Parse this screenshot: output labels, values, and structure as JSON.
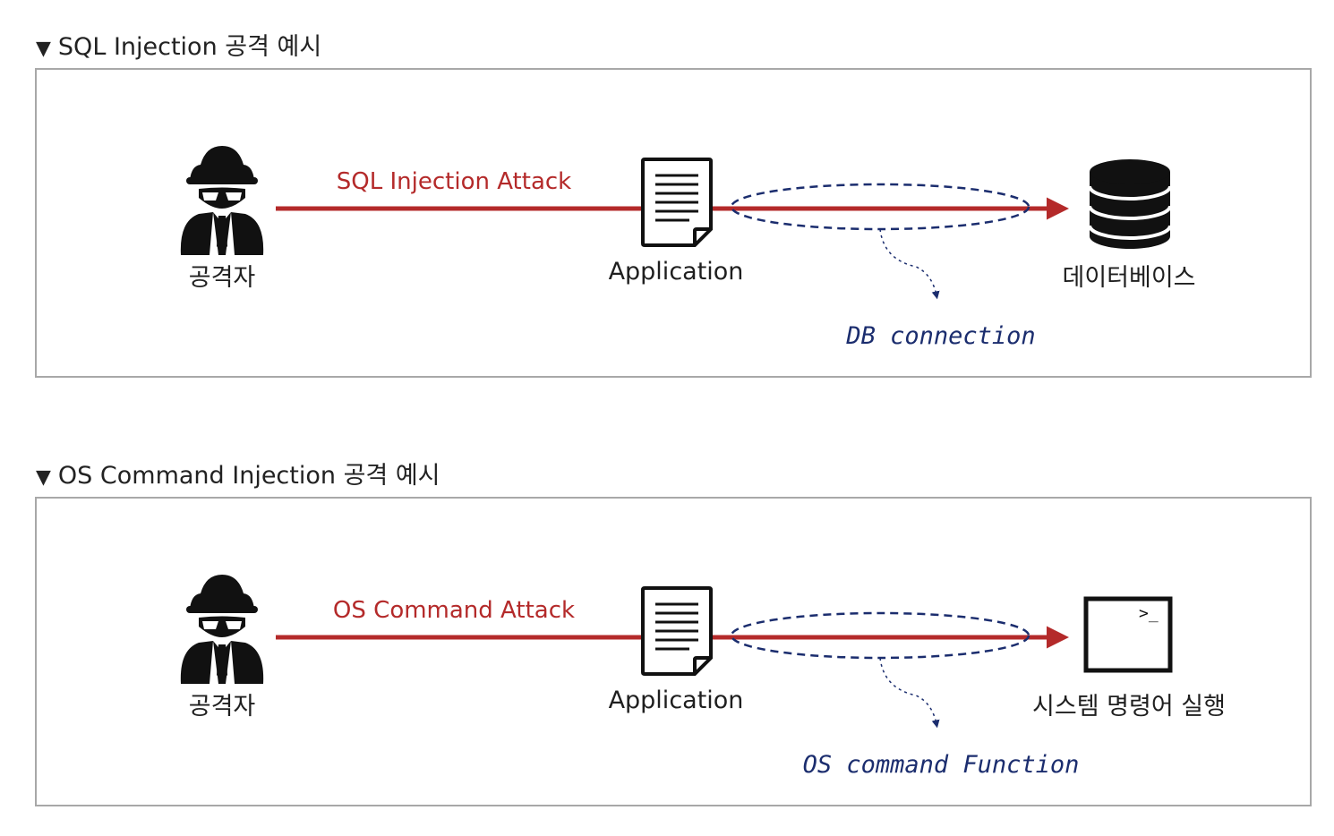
{
  "diagrams": [
    {
      "heading_marker": "▼",
      "heading": "SQL Injection 공격 예시",
      "attacker_label": "공격자",
      "attack_label": "SQL Injection Attack",
      "app_label": "Application",
      "target_label": "데이터베이스",
      "target_icon": "database-icon",
      "connection_label": "DB connection"
    },
    {
      "heading_marker": "▼",
      "heading": "OS Command Injection 공격 예시",
      "attacker_label": "공격자",
      "attack_label": "OS Command Attack",
      "app_label": "Application",
      "target_label": "시스템 명령어 실행",
      "target_icon": "terminal-icon",
      "terminal_prompt": ">_",
      "connection_label": "OS command Function"
    }
  ],
  "colors": {
    "attack_arrow": "#b42a2a",
    "connection": "#1b2d6e",
    "border": "#a8a8a8"
  }
}
